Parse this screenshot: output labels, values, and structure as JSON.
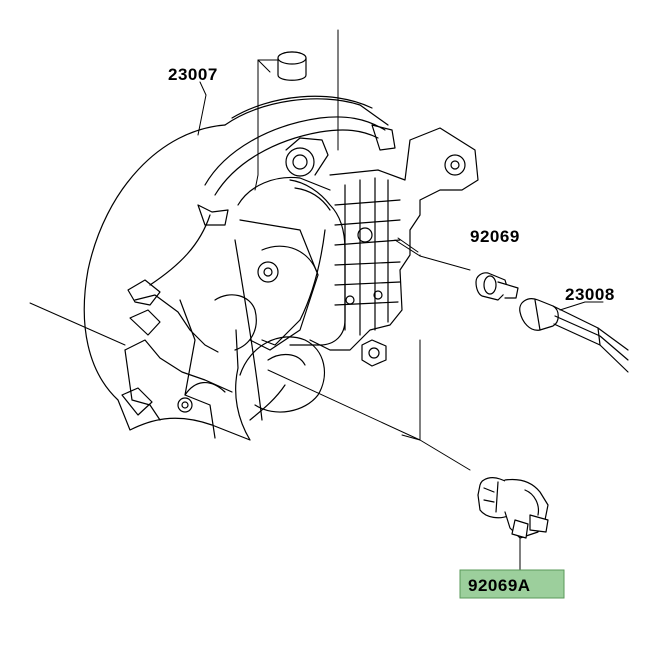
{
  "diagram": {
    "labels": {
      "housing": "23007",
      "socket": "23008",
      "small_bulb": "92069",
      "main_bulb": "92069A"
    },
    "colors": {
      "highlight_box": "#9ccf9c",
      "highlight_border": "#5a9a5a",
      "line": "#000000",
      "background": "#ffffff"
    }
  }
}
